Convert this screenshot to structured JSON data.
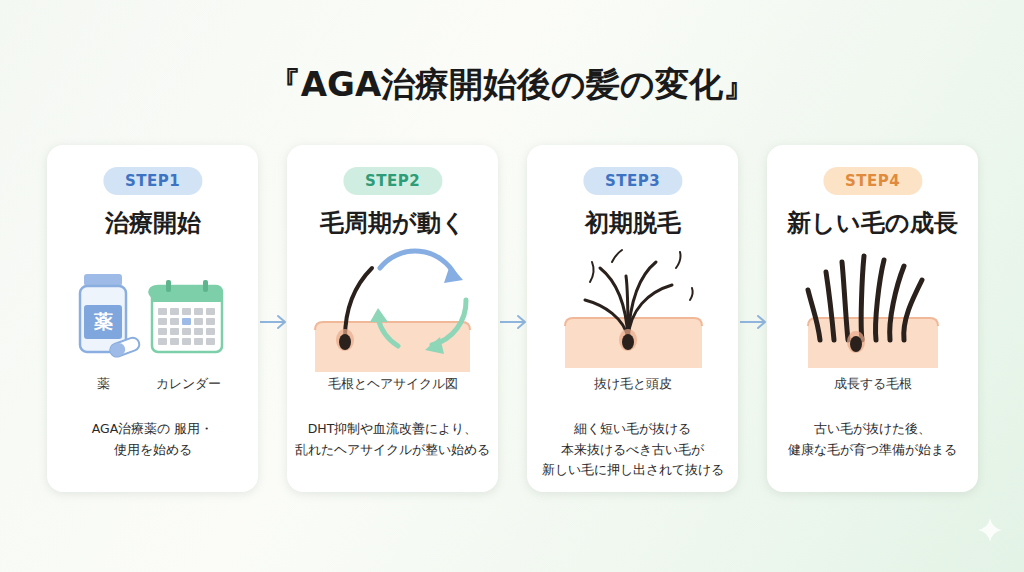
{
  "diagram": {
    "title": "『AGA治療開始後の髪の変化』",
    "nodes": [
      {
        "text": [
          "STEP1",
          "治療開始",
          "薬",
          "カレンダー",
          "AGA治療薬の 服用・使用を始める"
        ]
      },
      {
        "text": [
          "STEP2",
          "毛周期が動く",
          "毛根とヘアサイクル図",
          "DHT抑制や血流改善により、 乱れたヘアサイクルが整い始める"
        ]
      },
      {
        "text": [
          "STEP3",
          "初期脱毛",
          "抜け毛と頭皮",
          "細く短い毛が抜ける 本来抜けるべき古い毛が 新しい毛に押し出されて抜ける"
        ]
      },
      {
        "text": [
          "STEP4",
          "新しい毛の成長",
          "成長する毛根",
          "古い毛が抜けた後、 健康な毛が育つ準備が始まる"
        ]
      }
    ],
    "edges": [
      {
        "from": 0,
        "to": 1,
        "arrow": "to"
      },
      {
        "from": 1,
        "to": 2,
        "arrow": "to"
      },
      {
        "from": 2,
        "to": 3,
        "arrow": "to"
      }
    ],
    "labels": [
      "薬"
    ]
  }
}
